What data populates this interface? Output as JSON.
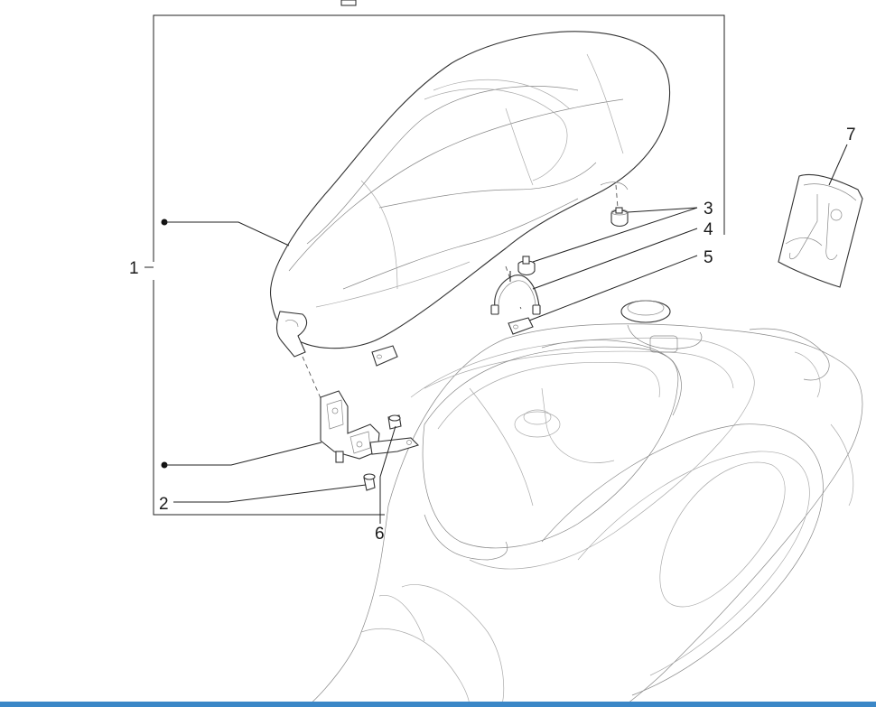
{
  "diagram": {
    "callouts": [
      {
        "id": "1",
        "label": "1"
      },
      {
        "id": "2",
        "label": "2"
      },
      {
        "id": "3",
        "label": "3"
      },
      {
        "id": "4",
        "label": "4"
      },
      {
        "id": "5",
        "label": "5"
      },
      {
        "id": "6",
        "label": "6"
      },
      {
        "id": "7",
        "label": "7"
      }
    ],
    "colors": {
      "line": "#222222",
      "accent_bar": "#3b87c7",
      "background": "#ffffff"
    }
  }
}
